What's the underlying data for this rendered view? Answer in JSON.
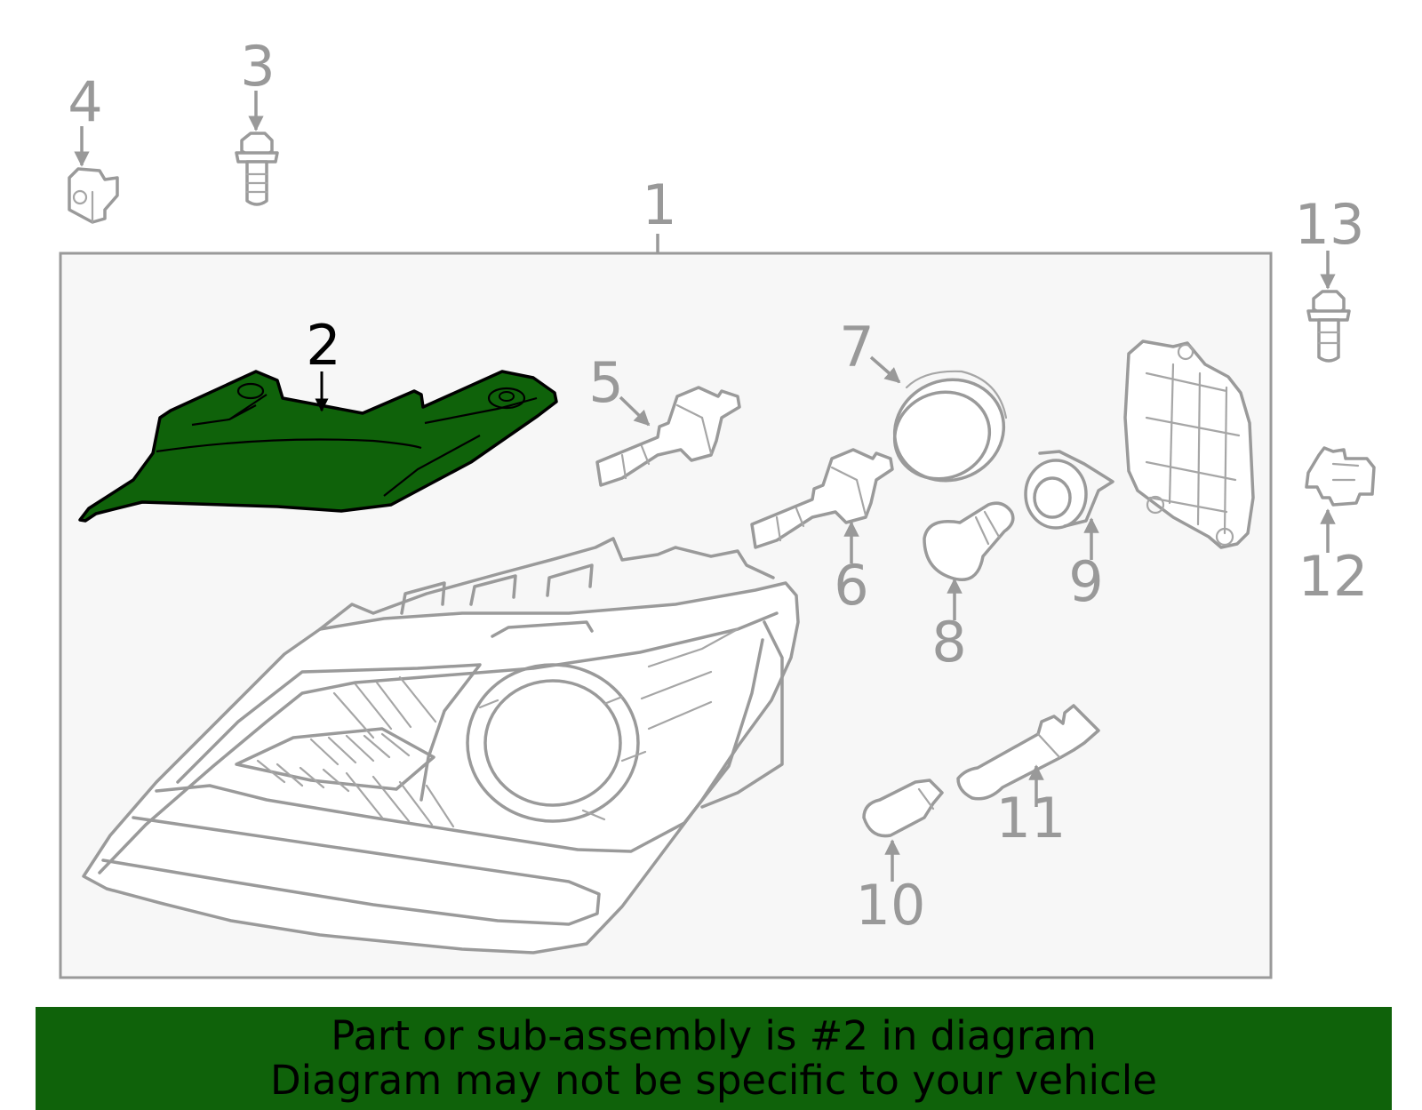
{
  "diagram": {
    "callouts": {
      "c1": "1",
      "c2": "2",
      "c3": "3",
      "c4": "4",
      "c5": "5",
      "c6": "6",
      "c7": "7",
      "c8": "8",
      "c9": "9",
      "c10": "10",
      "c11": "11",
      "c12": "12",
      "c13": "13"
    },
    "highlight_color": "#0f620a",
    "line_color": "#999999"
  },
  "banner": {
    "line1": "Part or sub-assembly is #2 in diagram",
    "line2": "Diagram may not be specific to your vehicle"
  }
}
